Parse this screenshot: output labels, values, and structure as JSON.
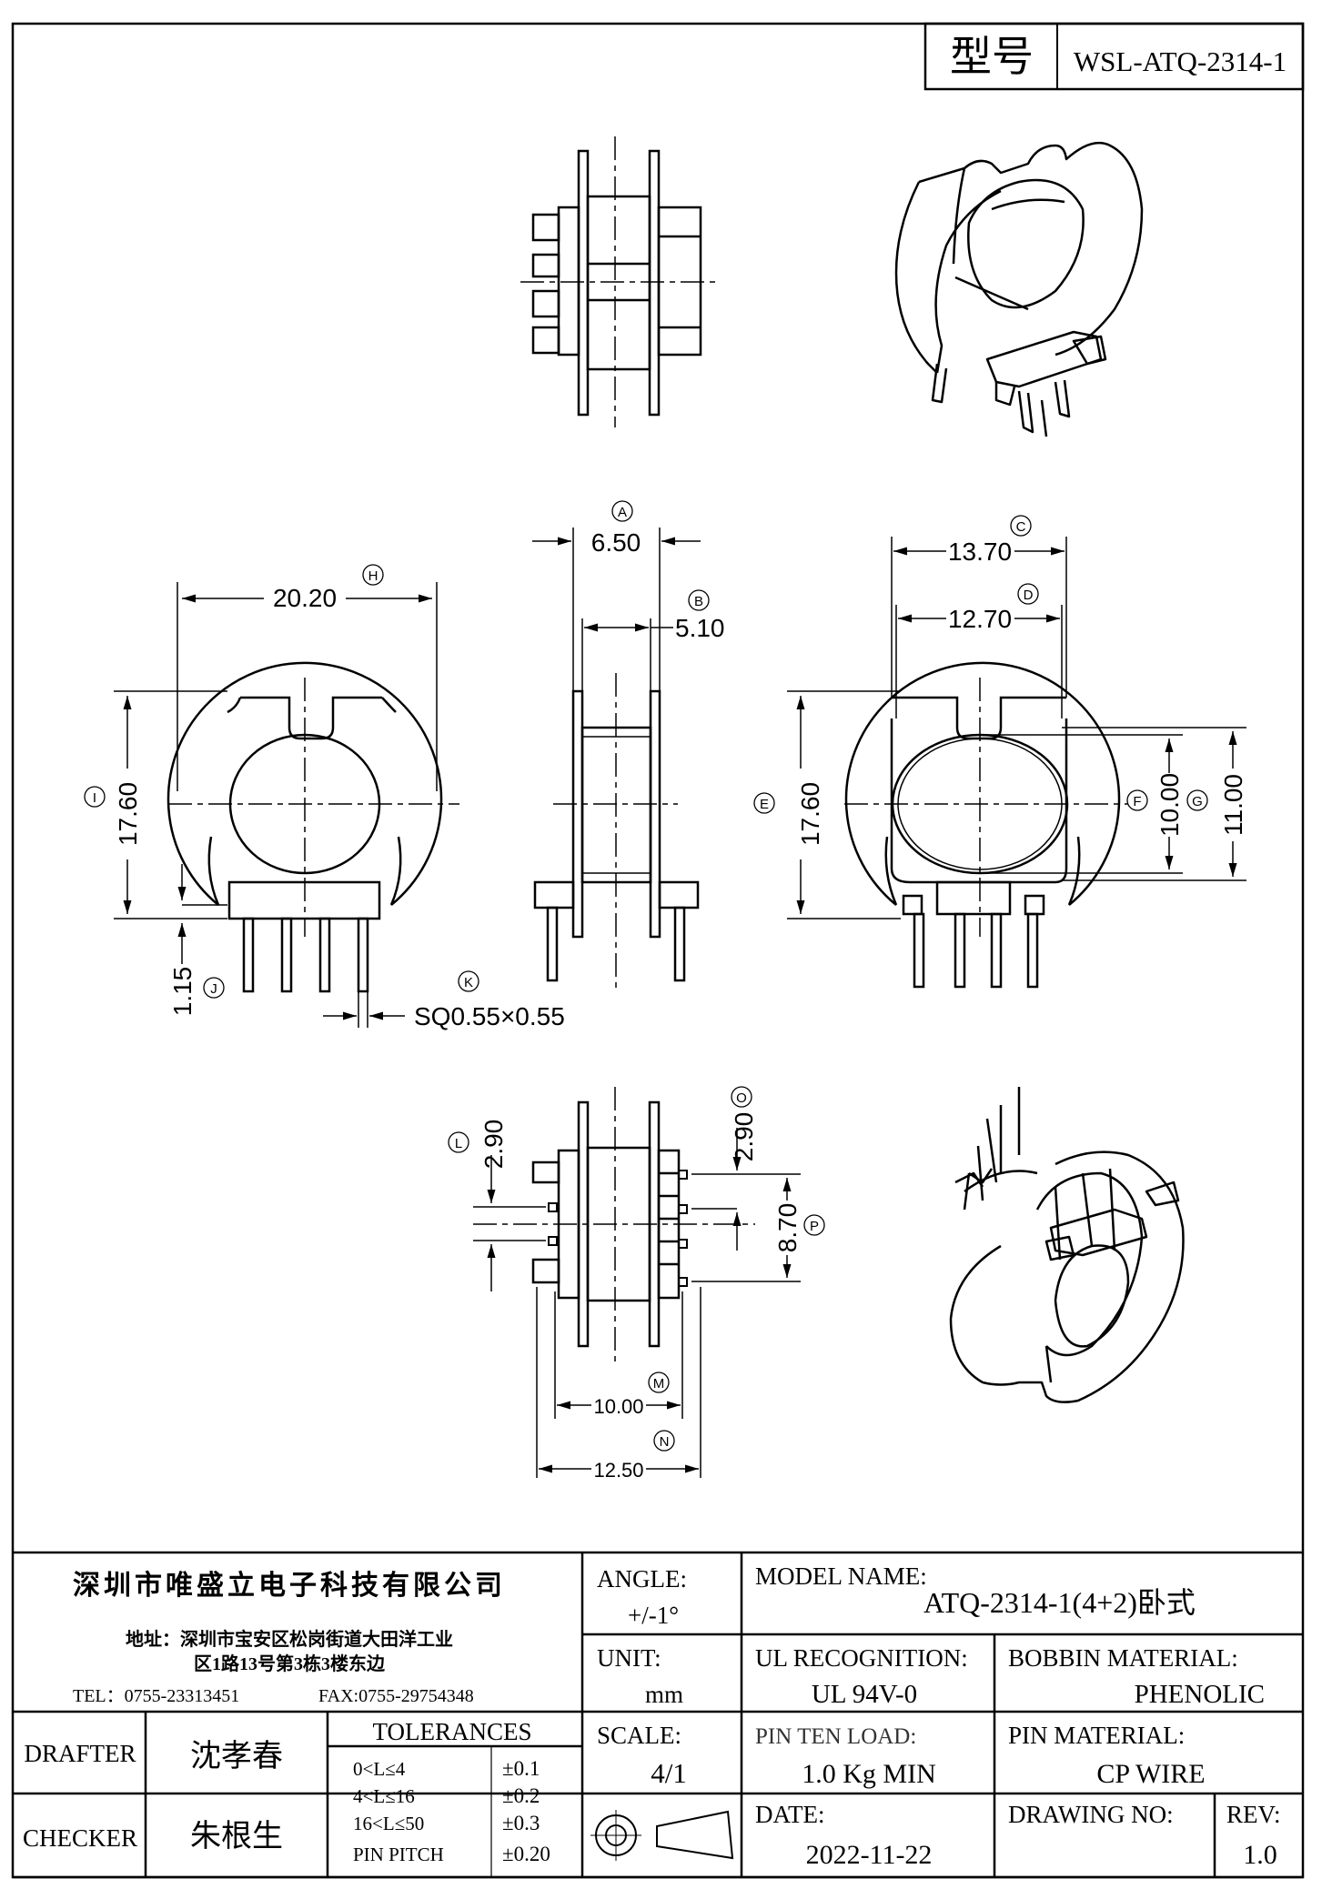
{
  "header": {
    "model_label": "型号",
    "model_value": "WSL-ATQ-2314-1"
  },
  "dims": {
    "A": {
      "tag": "A",
      "value": "6.50"
    },
    "B": {
      "tag": "B",
      "value": "5.10"
    },
    "C": {
      "tag": "C",
      "value": "13.70"
    },
    "D": {
      "tag": "D",
      "value": "12.70"
    },
    "E": {
      "tag": "E",
      "value": "17.60"
    },
    "F": {
      "tag": "F",
      "value": "10.00"
    },
    "G": {
      "tag": "G",
      "value": "11.00"
    },
    "H": {
      "tag": "H",
      "value": "20.20"
    },
    "I": {
      "tag": "I",
      "value": "17.60"
    },
    "J": {
      "tag": "J",
      "value": "1.15"
    },
    "K": {
      "tag": "K",
      "value": "SQ0.55×0.55"
    },
    "L": {
      "tag": "L",
      "value": "2.90"
    },
    "M": {
      "tag": "M",
      "value": "10.00"
    },
    "N": {
      "tag": "N",
      "value": "12.50"
    },
    "O": {
      "tag": "O",
      "value": "2.90"
    },
    "P": {
      "tag": "P",
      "value": "8.70"
    }
  },
  "company": {
    "name": "深圳市唯盛立电子科技有限公司",
    "address_line1": "地址：深圳市宝安区松岗街道大田洋工业",
    "address_line2": "区1路13号第3栋3楼东边",
    "tel": "TEL：0755-23313451",
    "fax": "FAX:0755-29754348"
  },
  "title_block": {
    "angle_label": "ANGLE:",
    "angle_value": "+/-1°",
    "model_name_label": "MODEL NAME:",
    "model_name_value": "ATQ-2314-1(4+2)卧式",
    "unit_label": "UNIT:",
    "unit_value": "mm",
    "ul_label": "UL RECOGNITION:",
    "ul_value": "UL 94V-0",
    "bobbin_label": "BOBBIN MATERIAL:",
    "bobbin_value": "PHENOLIC",
    "scale_label": "SCALE:",
    "scale_value": "4/1",
    "pin_load_label": "PIN TEN LOAD:",
    "pin_load_value": "1.0 Kg MIN",
    "pin_mat_label": "PIN MATERIAL:",
    "pin_mat_value": "CP WIRE",
    "date_label": "DATE:",
    "date_value": "2022-11-22",
    "drawing_no_label": "DRAWING NO:",
    "rev_label": "REV:",
    "rev_value": "1.0",
    "drafter_label": "DRAFTER",
    "drafter_value": "沈孝春",
    "checker_label": "CHECKER",
    "checker_value": "朱根生",
    "tolerances_label": "TOLERANCES",
    "tolerances": [
      {
        "range": "0<L≤4",
        "value": "±0.1"
      },
      {
        "range": "4<L≤16",
        "value": "±0.2"
      },
      {
        "range": "16<L≤50",
        "value": "±0.3"
      },
      {
        "range": "PIN PITCH",
        "value": "±0.20"
      }
    ]
  }
}
